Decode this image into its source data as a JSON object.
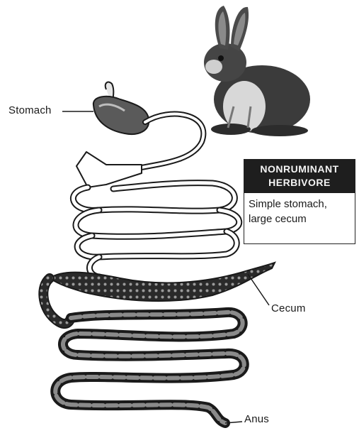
{
  "labels": {
    "stomach": "Stomach",
    "cecum": "Cecum",
    "anus": "Anus"
  },
  "info_box": {
    "heading_line1": "NONRUMINANT",
    "heading_line2": "HERBIVORE",
    "body_line1": "Simple stomach,",
    "body_line2": "large cecum"
  },
  "colors": {
    "ink": "#1a1a1a",
    "organ_fill": "#3a3a3a",
    "paper": "#ffffff"
  }
}
